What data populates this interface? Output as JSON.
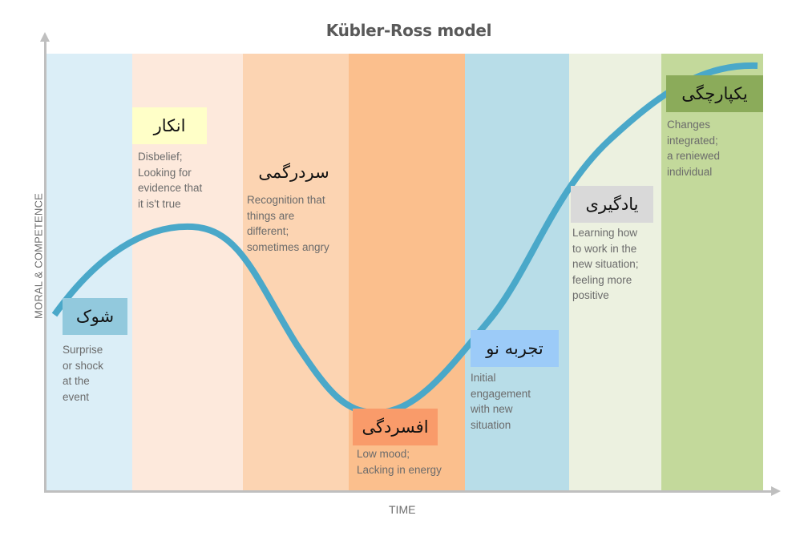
{
  "title": "Kübler-Ross model",
  "axes": {
    "y_label": "MORAL & COMPETENCE",
    "x_label": "TIME"
  },
  "colors": {
    "curve": "#4aa8c9",
    "axis": "#bfbfbf",
    "title": "#595959",
    "description_text": "#6b6b6b"
  },
  "stages": [
    {
      "label": "شوک",
      "description": [
        "Surprise",
        "or shock",
        "at the",
        "event"
      ],
      "band_color": "#dbeef7",
      "label_bg": "#92c9dd"
    },
    {
      "label": "انکار",
      "description": [
        "Disbelief;",
        "Looking for",
        "evidence that",
        "it is't true"
      ],
      "band_color": "#fde9dc",
      "label_bg": "#ffffc8"
    },
    {
      "label": "سردرگمی",
      "description": [
        "Recognition that",
        "things are",
        "different;",
        "sometimes angry"
      ],
      "band_color": "#fcd4b2",
      "label_bg": "#fcd4b2"
    },
    {
      "label": "افسردگی",
      "description": [
        "Low mood;",
        "Lacking in energy"
      ],
      "band_color": "#fbbf8d",
      "label_bg": "#f99b6a"
    },
    {
      "label": "تجربه نو",
      "description": [
        "Initial",
        "engagement",
        "with new",
        "situation"
      ],
      "band_color": "#b8dde8",
      "label_bg": "#9ccbf8"
    },
    {
      "label": "یادگیری",
      "description": [
        "Learning how",
        "to work in the",
        "new situation;",
        "feeling more",
        "positive"
      ],
      "band_color": "#ecf1e0",
      "label_bg": "#d9d9d9"
    },
    {
      "label": "یکپارچگی",
      "description": [
        "Changes",
        "integrated;",
        "a reniewed",
        "individual"
      ],
      "band_color": "#c3d99b",
      "label_bg": "#8bab5a"
    }
  ]
}
